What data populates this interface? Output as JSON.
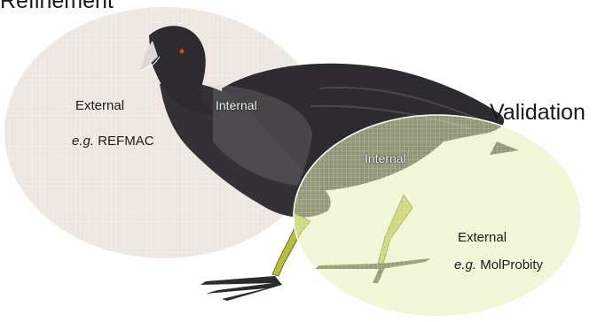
{
  "refinement": {
    "title": "Refinement",
    "internal_label": "Internal",
    "external_label": "External",
    "example_prefix": "e.g.",
    "example_tool": "REFMAC",
    "color": "#efe6e1"
  },
  "validation": {
    "title": "Validation",
    "internal_label": "Internal",
    "external_label": "External",
    "example_prefix": "e.g.",
    "example_tool": "MolProbity",
    "color": "#e6f0b4"
  },
  "bird": {
    "icon": "coot-bird-icon",
    "body_color": "#2d2a30",
    "leg_color": "#b7bd3d"
  }
}
